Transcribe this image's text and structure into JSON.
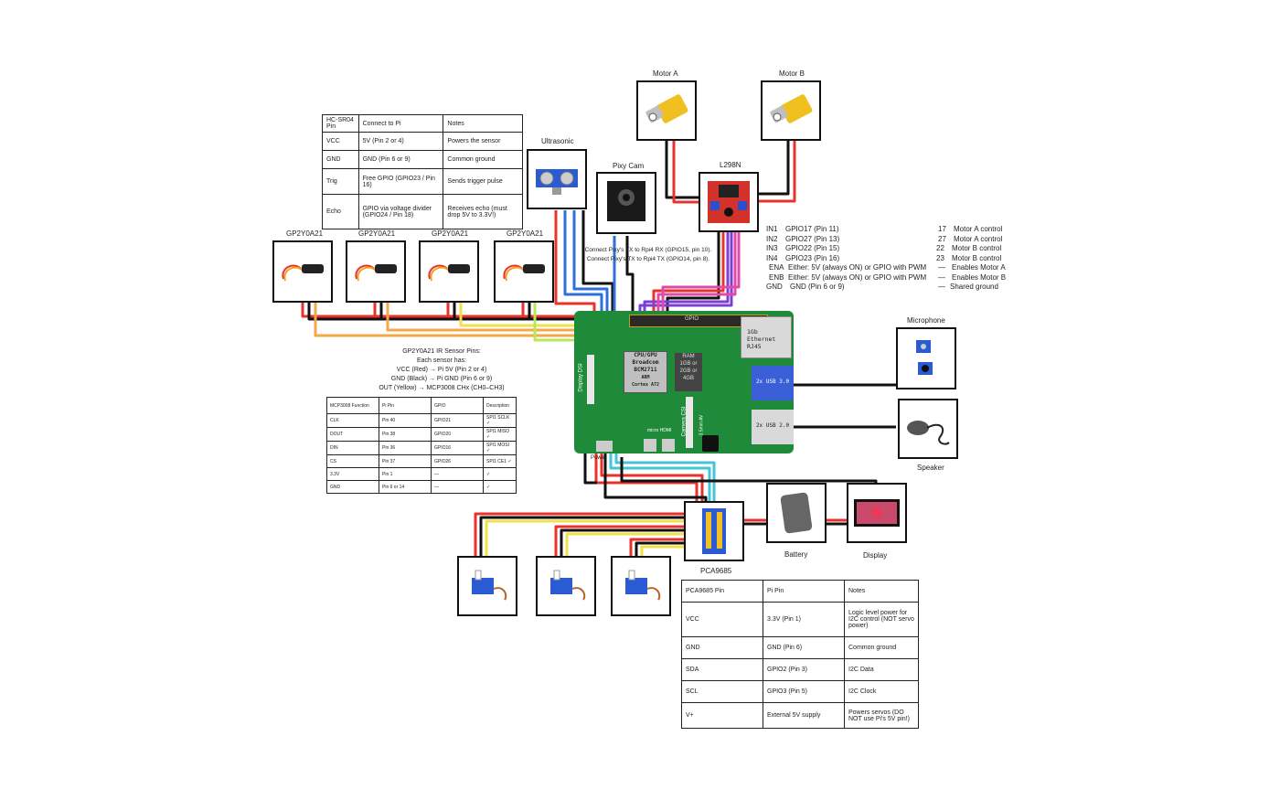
{
  "components": {
    "motor_a": "Motor A",
    "motor_b": "Motor B",
    "l298n": "L298N",
    "ultrasonic": "Ultrasonic",
    "pixy_cam": "Pixy Cam",
    "ir_sensor": "GP2Y0A21",
    "microphone": "Microphone",
    "speaker": "Speaker",
    "battery": "Battery",
    "display": "Display",
    "pca9685": "PCA9685"
  },
  "pi_board": {
    "cpu_lines": [
      "CPU/GPU",
      "Broadcom",
      "BCM2711",
      "ARM",
      "Cortex A72"
    ],
    "ram_lines": [
      "RAM",
      "1GB or",
      "2GB or",
      "4GB"
    ],
    "ethernet": "1Gb Ethernet",
    "ethernet_sub": "RJ45",
    "usb3": "2x USB 3.0",
    "usb2": "2x USB 2.0",
    "camera": "Camera CSI",
    "display_dsi": "Display DSI",
    "gpio_header": "GPIO",
    "audio": "3.5mm AV",
    "power_label": "Power",
    "micro_hdmi": "micro HDMI"
  },
  "pixy_note": [
    "Connect Pixy's TX to Rpi4 RX (GPIO15, pin 10).",
    "Connect Pixy's TX to Rpi4 TX (GPIO14, pin 8)."
  ],
  "hcsr04_table": {
    "headers": [
      "HC-SR04 Pin",
      "Connect to Pi",
      "Notes"
    ],
    "rows": [
      [
        "VCC",
        "5V (Pin 2 or 4)",
        "Powers the sensor"
      ],
      [
        "GND",
        "GND (Pin 6 or 9)",
        "Common ground"
      ],
      [
        "Trig",
        "Free GPIO (GPIO23 / Pin 16)",
        "Sends trigger pulse"
      ],
      [
        "Echo",
        "GPIO via voltage divider (GPIO24 / Pin 18)",
        "Receives echo (must drop 5V to 3.3V!)"
      ]
    ]
  },
  "l298n_pins": [
    [
      "IN1",
      "GPIO17 (Pin 11)",
      "17",
      "Motor A control"
    ],
    [
      "IN2",
      "GPIO27 (Pin 13)",
      "27",
      "Motor A control"
    ],
    [
      "IN3",
      "GPIO22 (Pin 15)",
      "22",
      "Motor B control"
    ],
    [
      "IN4",
      "GPIO23 (Pin 16)",
      "23",
      "Motor B control"
    ],
    [
      "ENA",
      "Either: 5V (always ON) or GPIO with PWM",
      "—",
      "Enables Motor A"
    ],
    [
      "ENB",
      "Either: 5V (always ON) or GPIO with PWM",
      "—",
      "Enables Motor B"
    ],
    [
      "GND",
      "GND (Pin 6 or 9)",
      "—",
      "Shared ground"
    ]
  ],
  "ir_note": [
    "GP2Y0A21 IR Sensor Pins:",
    "Each sensor has:",
    "VCC (Red) → Pi 5V (Pin 2 or 4)",
    "GND (Black) → Pi GND (Pin 6 or 9)",
    "OUT (Yellow) → MCP3008 CHx (CH0–CH3)"
  ],
  "mcp3008_table": {
    "headers": [
      "MCP3008 Function",
      "Pi Pin",
      "GPIO",
      "Description"
    ],
    "rows": [
      [
        "CLK",
        "Pin 40",
        "GPIO21",
        "SPI1 SCLK ✓"
      ],
      [
        "DOUT",
        "Pin 38",
        "GPIO20",
        "SPI1 MISO ✓"
      ],
      [
        "DIN",
        "Pin 36",
        "GPIO16",
        "SPI1 MOSI ✓"
      ],
      [
        "CS",
        "Pin 37",
        "GPIO26",
        "SPI1 CE1 ✓"
      ],
      [
        "3.3V",
        "Pin 1",
        "—",
        "✓"
      ],
      [
        "GND",
        "Pin 6 or 14",
        "—",
        "✓"
      ]
    ]
  },
  "pca_table": {
    "headers": [
      "PCA9685 Pin",
      "Pi Pin",
      "Notes"
    ],
    "rows": [
      [
        "VCC",
        "3.3V (Pin 1)",
        "Logic level power for I2C control (NOT servo power)"
      ],
      [
        "GND",
        "GND (Pin 6)",
        "Common ground"
      ],
      [
        "SDA",
        "GPIO2 (Pin 3)",
        "I2C Data"
      ],
      [
        "SCL",
        "GPIO3 (Pin 5)",
        "I2C Clock"
      ],
      [
        "V+",
        "External 5V supply",
        "Powers servos (DO NOT use Pi's 5V pin!)"
      ]
    ]
  },
  "colors": {
    "red": "#e8322b",
    "black": "#111111",
    "orange": "#f5a84a",
    "yellow": "#f2e04a",
    "green": "#b6e85a",
    "blue": "#2f6fd8",
    "purple": "#7b3fd6",
    "pink": "#e24aa8",
    "cyan": "#45c6d8",
    "board": "#1f8a3a",
    "board_usb3": "#3a5fd6"
  }
}
